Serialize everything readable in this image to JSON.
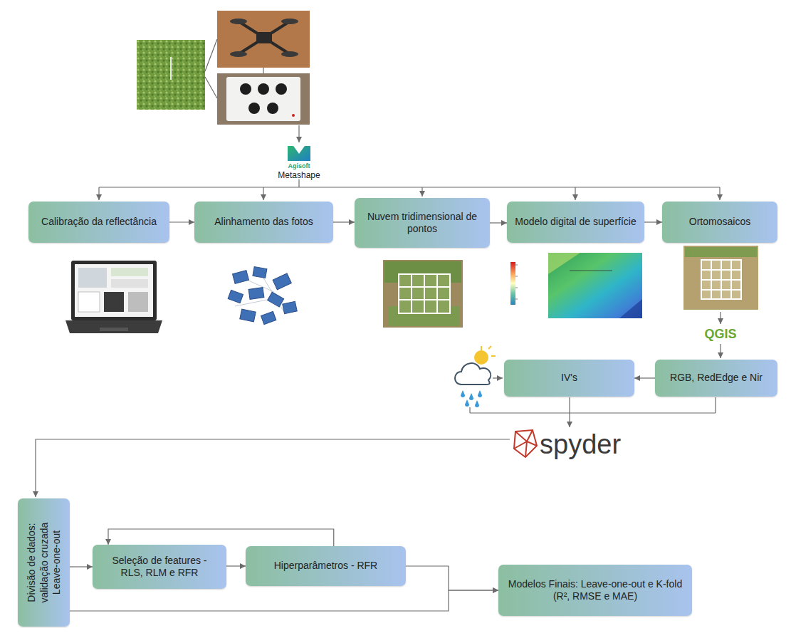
{
  "diagram": {
    "nodes": [
      {
        "text": [
          "Calibração da reflectância"
        ]
      },
      {
        "text": [
          "Alinhamento das fotos"
        ]
      },
      {
        "text": [
          "Nuvem tridimensional de pontos"
        ]
      },
      {
        "text": [
          "Modelo digital de superfície"
        ]
      },
      {
        "text": [
          "Ortomosaicos"
        ]
      },
      {
        "text": [
          "IV's"
        ]
      },
      {
        "text": [
          "RGB, RedEdge e Nir"
        ]
      },
      {
        "text": [
          "Divisão de dados: validação cruzada Leave-one-out"
        ]
      },
      {
        "text": [
          "Seleção de features - RLS, RLM e RFR"
        ]
      },
      {
        "text": [
          "Hiperparâmetros - RFR"
        ]
      },
      {
        "text": [
          "Modelos Finais: Leave-one-out e K-fold (R², RMSE e MAE)"
        ]
      }
    ],
    "edges": [
      {
        "from": 0,
        "to": 1,
        "arrow": "to"
      },
      {
        "from": 1,
        "to": 2,
        "arrow": "to"
      },
      {
        "from": 2,
        "to": 3,
        "arrow": "to"
      },
      {
        "from": 3,
        "to": 4,
        "arrow": "to"
      },
      {
        "from": 6,
        "to": 5,
        "arrow": "to"
      },
      {
        "from": 7,
        "to": 8,
        "arrow": "to"
      },
      {
        "from": 8,
        "to": 9,
        "arrow": "to"
      },
      {
        "from": 9,
        "to": 8,
        "arrow": "to"
      },
      {
        "from": 9,
        "to": 10,
        "arrow": "to"
      },
      {
        "from": 7,
        "to": 10,
        "arrow": "to"
      }
    ],
    "labels": [
      "Agisoft",
      "Metashape",
      "QGIS",
      "spyder"
    ]
  }
}
